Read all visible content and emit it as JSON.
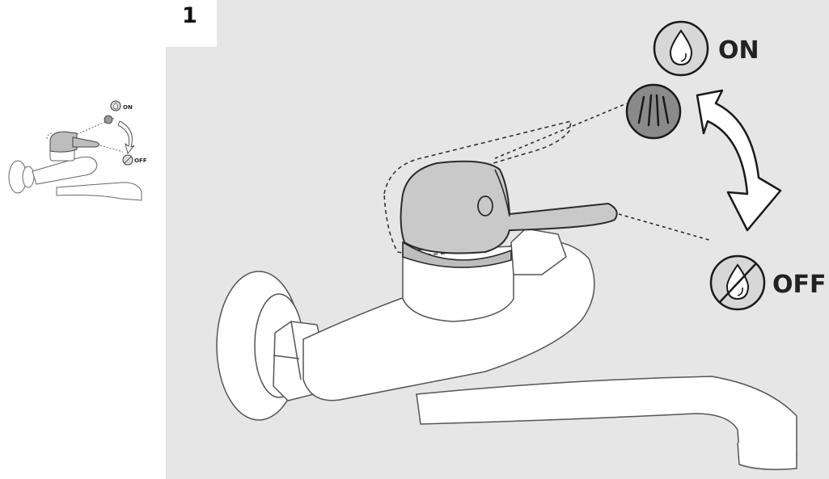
{
  "step": {
    "number": "1"
  },
  "states": {
    "on_label": "ON",
    "off_label": "OFF"
  },
  "icons": {
    "on": "water-drop-icon",
    "off": "water-drop-crossed-icon",
    "flow": "shower-spray-icon",
    "rotate": "double-arrow-rotate-icon"
  },
  "colors": {
    "panel_background": "#e6e6e6",
    "lever_fill": "#c9c9c9",
    "spray_icon_fill": "#8a8a8a",
    "outline": "#2a2a2a"
  }
}
